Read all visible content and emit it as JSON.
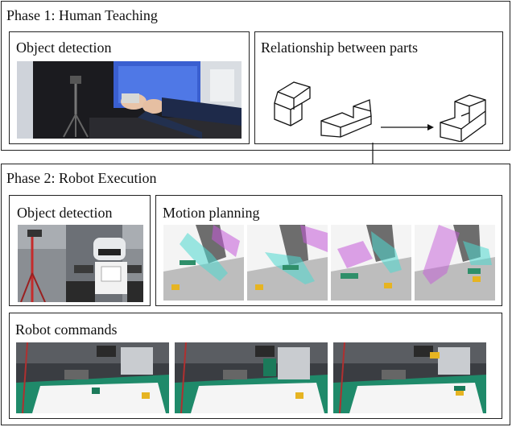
{
  "phase1": {
    "title": "Phase 1: Human Teaching",
    "object_detection": {
      "label": "Object detection"
    },
    "relationship": {
      "label": "Relationship between parts"
    }
  },
  "phase2": {
    "title": "Phase 2: Robot Execution",
    "object_detection": {
      "label": "Object detection"
    },
    "motion_planning": {
      "label": "Motion planning"
    },
    "robot_commands": {
      "label": "Robot commands"
    }
  },
  "colors": {
    "border": "#222222",
    "planning_cyan": "#4fd8d0",
    "planning_magenta": "#c45ad8",
    "part_yellow": "#e6b422",
    "part_green": "#2f8f6a"
  }
}
